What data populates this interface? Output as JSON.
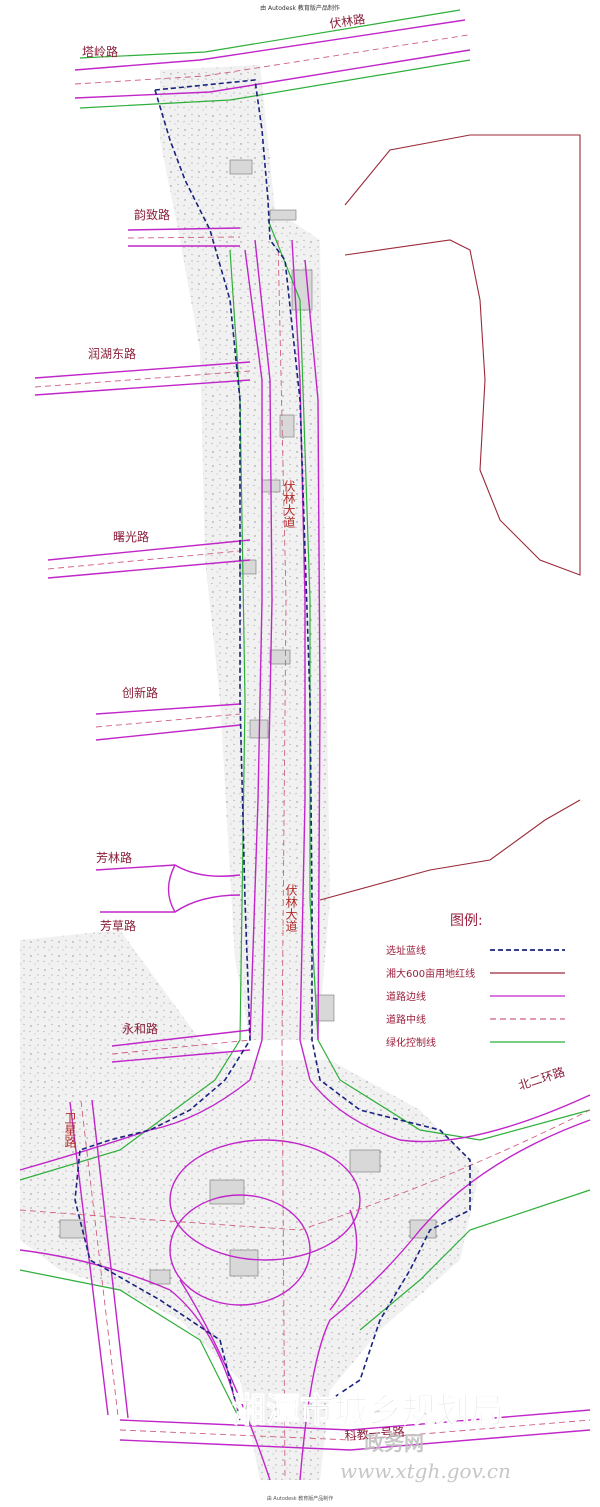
{
  "header_note": "由 Autodesk 教育版产品制作",
  "footer_note": "由 Autodesk 教育版产品制作",
  "roads": {
    "talin": "塔岭路",
    "fulin": "伏林路",
    "yunzhi": "韵致路",
    "runhu_east": "润湖东路",
    "shuguang": "曙光路",
    "chuangxin": "创新路",
    "fanglin": "芳林路",
    "fangcao": "芳草路",
    "yonghe": "永和路",
    "weixing": "卫星路",
    "beierhuan": "北二环路",
    "kejiao_1": "科教一号路",
    "fulin_avenue": "伏林大道"
  },
  "legend": {
    "title": "图例:",
    "items": [
      {
        "label": "选址蓝线",
        "color": "#1a237e",
        "dash": "5,3"
      },
      {
        "label": "湘大600亩用地红线",
        "color": "#9b2a3a",
        "dash": ""
      },
      {
        "label": "道路边线",
        "color": "#c026c9",
        "dash": ""
      },
      {
        "label": "道路中线",
        "color": "#d06080",
        "dash": "6,4"
      },
      {
        "label": "绿化控制线",
        "color": "#2eaf3a",
        "dash": ""
      }
    ]
  },
  "watermark": {
    "agency": "湘潭市城乡规划局",
    "site": "政务网",
    "url": "www.xtgh.gov.cn"
  },
  "colors": {
    "site_blue_line": "#1a237e",
    "red_line": "#9b2a3a",
    "road_edge": "#c026c9",
    "road_center": "#d06080",
    "green_line": "#2eaf3a",
    "label": "#8a1e3a"
  }
}
